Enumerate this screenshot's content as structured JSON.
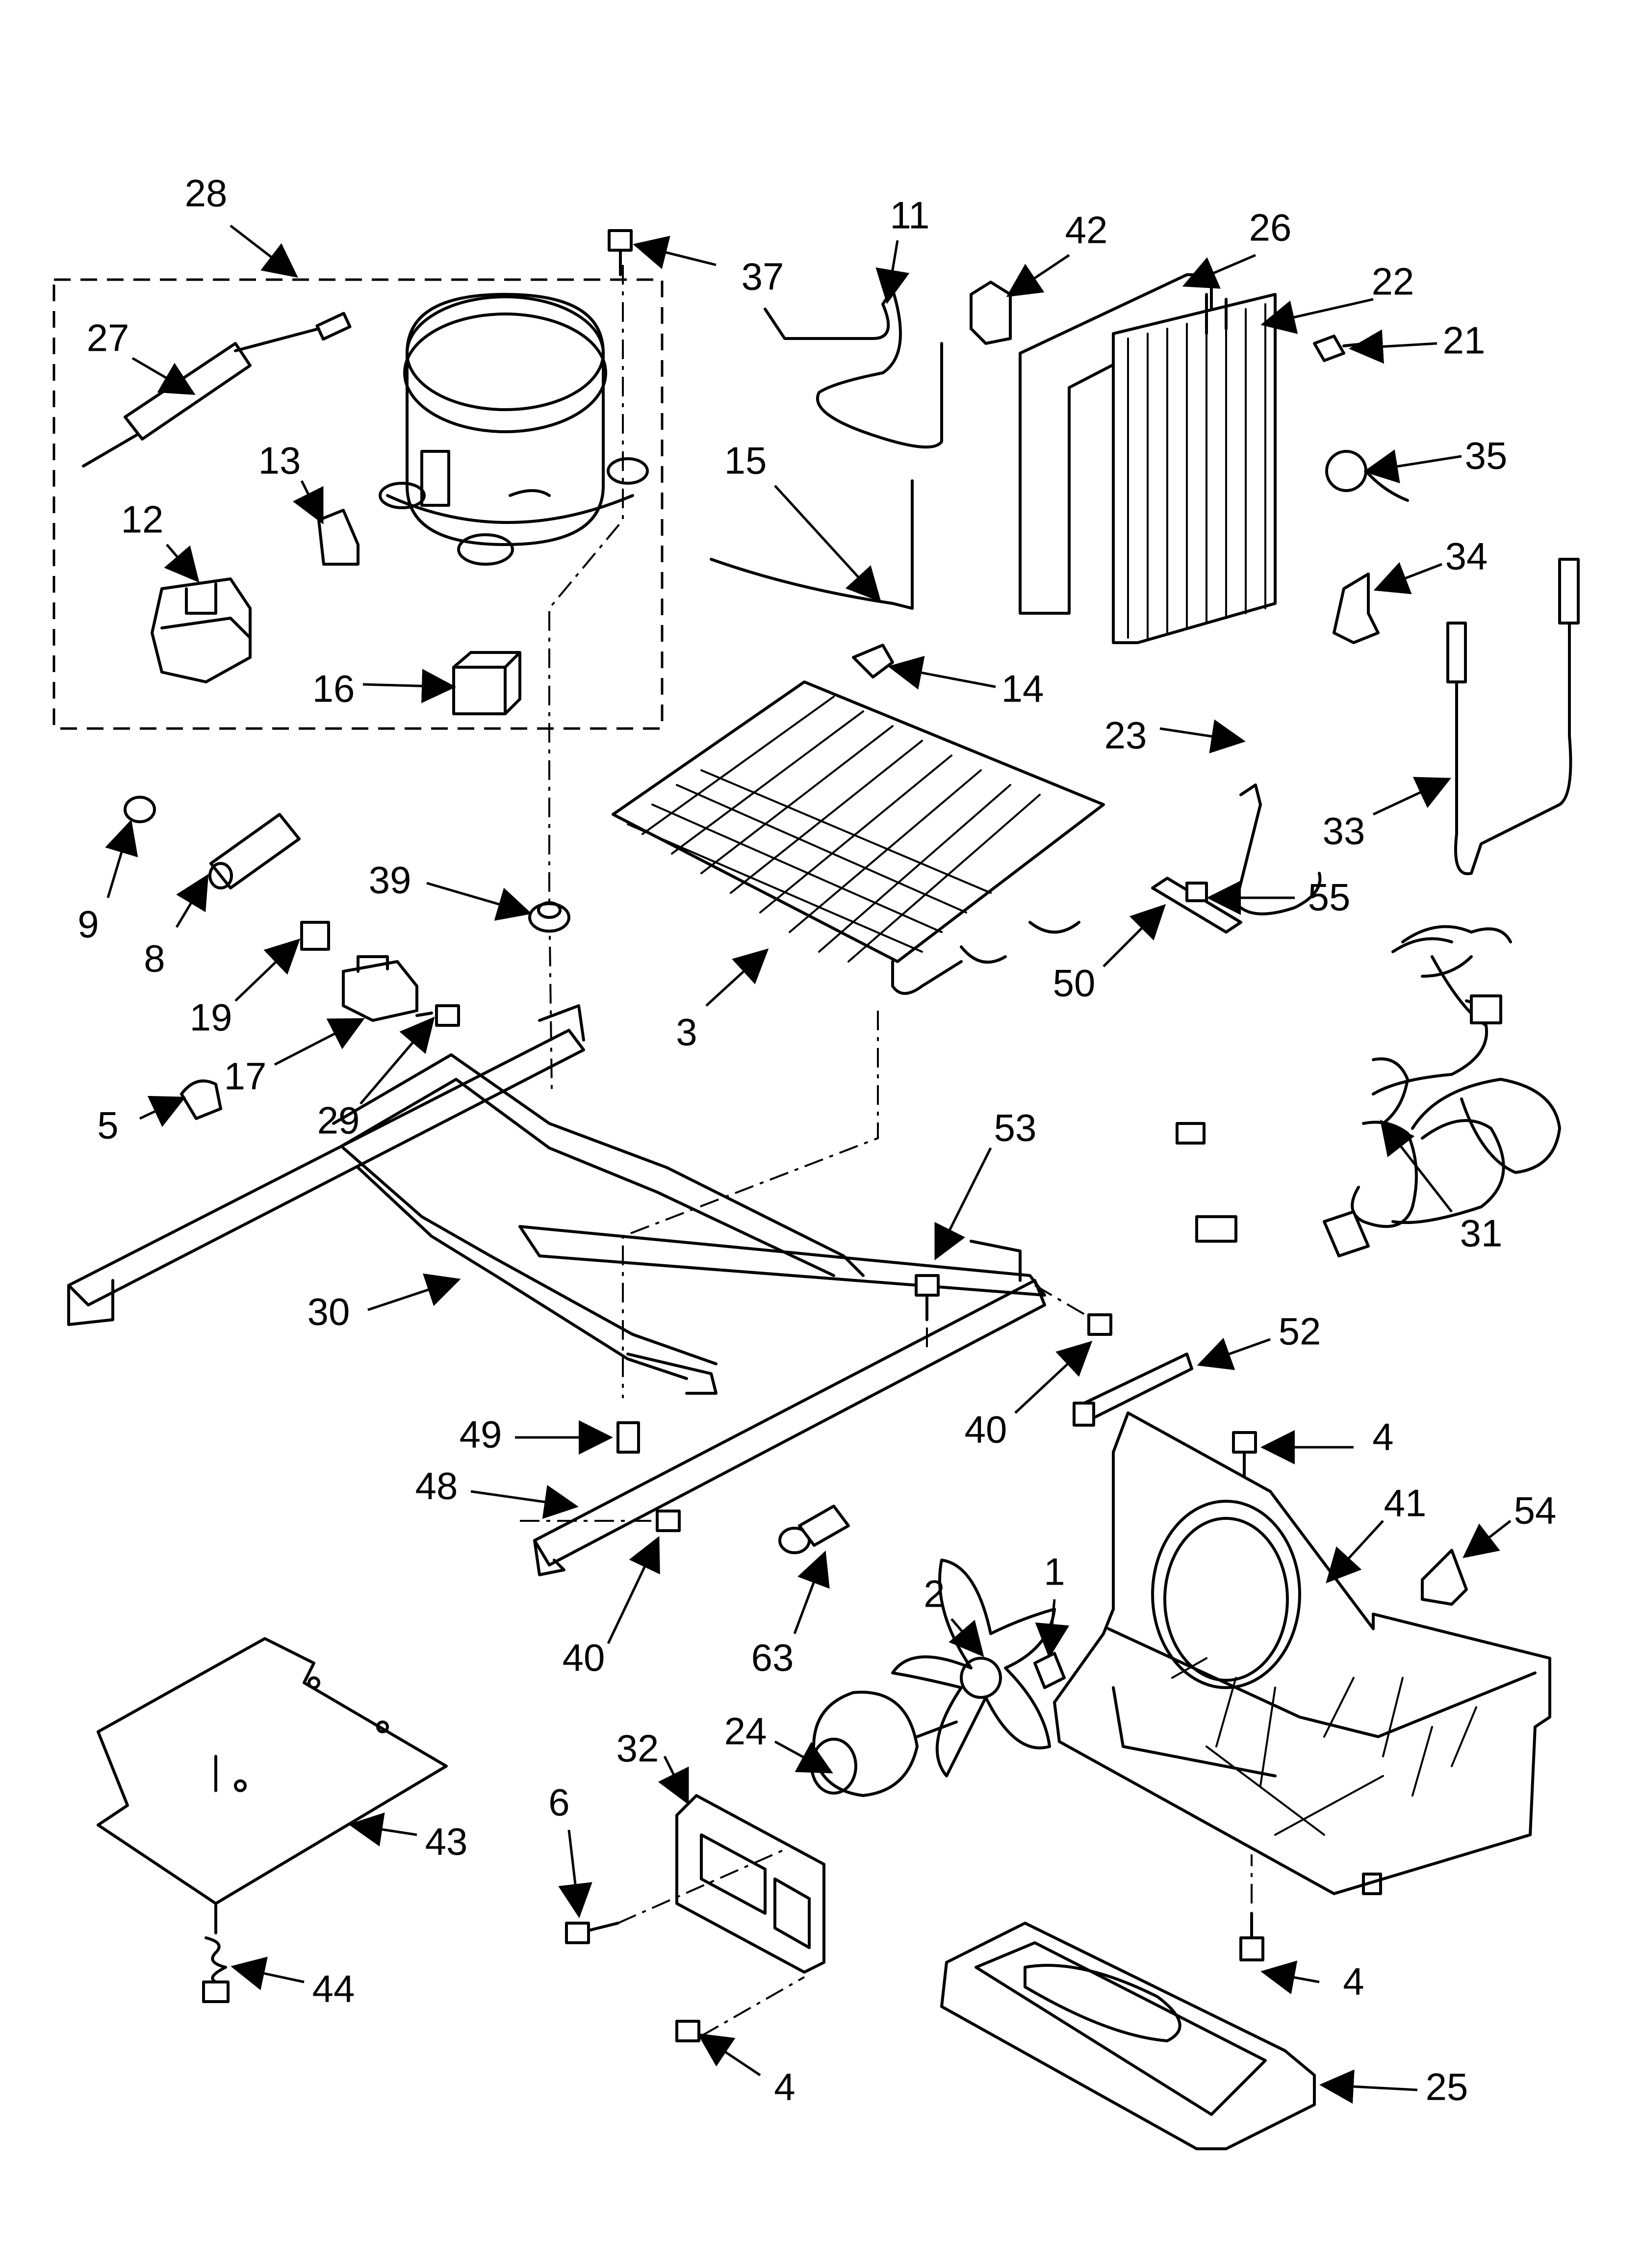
{
  "callouts": [
    {
      "label": "28"
    },
    {
      "label": "37"
    },
    {
      "label": "11"
    },
    {
      "label": "42"
    },
    {
      "label": "26"
    },
    {
      "label": "22"
    },
    {
      "label": "21"
    },
    {
      "label": "27"
    },
    {
      "label": "13"
    },
    {
      "label": "15"
    },
    {
      "label": "35"
    },
    {
      "label": "12"
    },
    {
      "label": "34"
    },
    {
      "label": "16"
    },
    {
      "label": "14"
    },
    {
      "label": "23"
    },
    {
      "label": "33"
    },
    {
      "label": "9"
    },
    {
      "label": "39"
    },
    {
      "label": "8"
    },
    {
      "label": "55"
    },
    {
      "label": "50"
    },
    {
      "label": "19"
    },
    {
      "label": "17"
    },
    {
      "label": "29"
    },
    {
      "label": "3"
    },
    {
      "label": "5"
    },
    {
      "label": "53"
    },
    {
      "label": "31"
    },
    {
      "label": "30"
    },
    {
      "label": "52"
    },
    {
      "label": "49"
    },
    {
      "label": "40"
    },
    {
      "label": "4"
    },
    {
      "label": "48"
    },
    {
      "label": "41"
    },
    {
      "label": "54"
    },
    {
      "label": "40"
    },
    {
      "label": "63"
    },
    {
      "label": "2"
    },
    {
      "label": "1"
    },
    {
      "label": "32"
    },
    {
      "label": "24"
    },
    {
      "label": "6"
    },
    {
      "label": "43"
    },
    {
      "label": "44"
    },
    {
      "label": "4"
    },
    {
      "label": "4"
    },
    {
      "label": "25"
    }
  ]
}
